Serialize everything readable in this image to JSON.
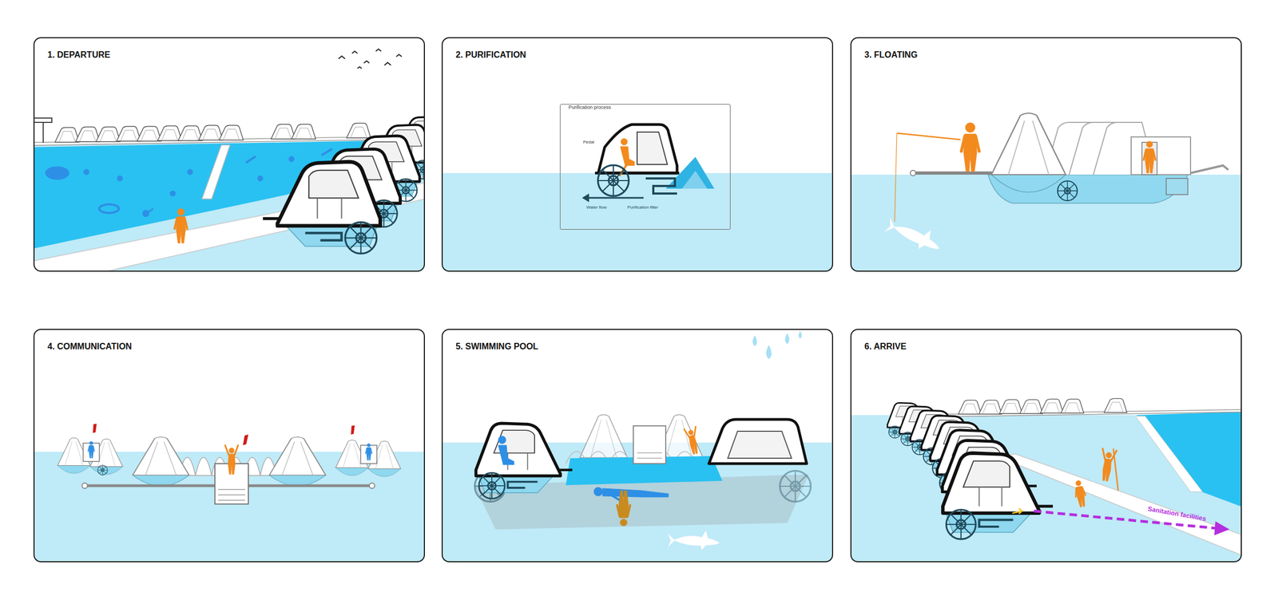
{
  "diagram": {
    "nodes": [
      {
        "text": [
          "1. DEPARTURE"
        ]
      },
      {
        "text": [
          "2. PURIFICATION"
        ]
      },
      {
        "text": [
          "Purification process"
        ],
        "in": 1
      },
      {
        "text": [
          "3. FLOATING"
        ]
      },
      {
        "text": [
          "4. COMMUNICATION"
        ]
      },
      {
        "text": [
          "5. SWIMMING POOL"
        ]
      },
      {
        "text": [
          "6. ARRIVE"
        ]
      }
    ],
    "labels": [
      "Pedal",
      "Water flow",
      "Purification filter",
      "Sanitation facilities"
    ]
  }
}
